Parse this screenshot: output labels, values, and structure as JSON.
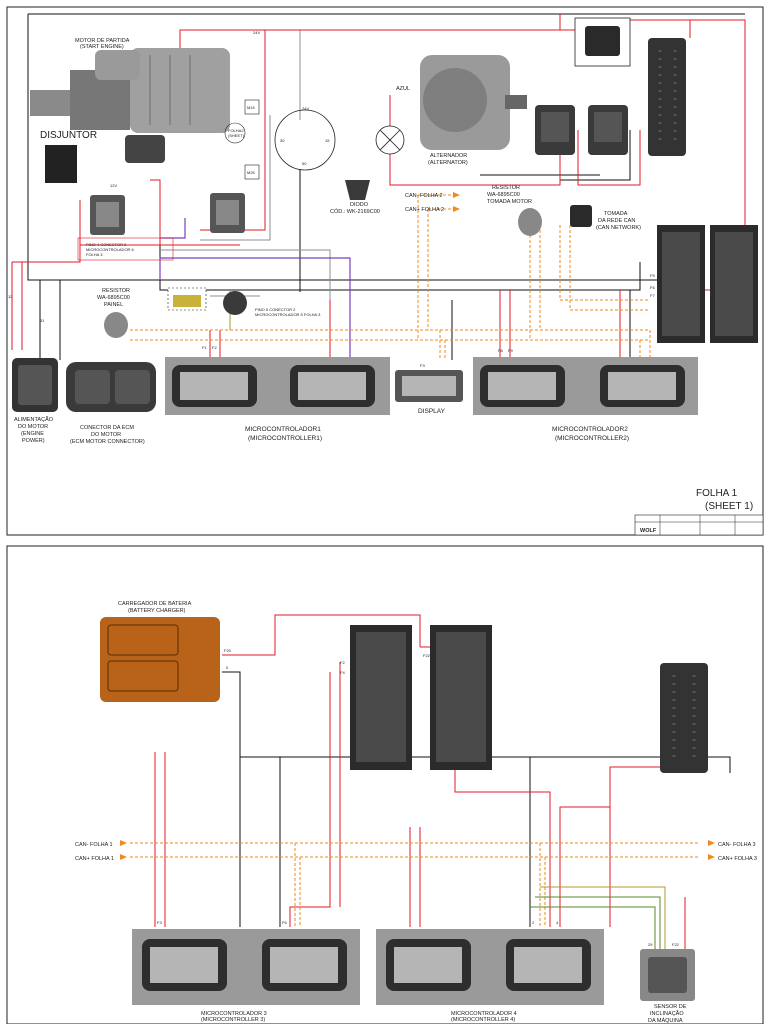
{
  "sheet1": {
    "motor_de_partida": "MOTOR DE PARTIDA",
    "start_engine": "(START ENGINE)",
    "disjuntor": "DISJUNTOR",
    "alternador": "ALTERNADOR",
    "alternator": "(ALTERNATOR)",
    "azul": "AZUL",
    "diodo": "DIODO",
    "diodo_code": "CÓD.: WK-2169C00",
    "can_minus_2": "CAN- FOLHA 2",
    "can_plus_2": "CAN+ FOLHA 2",
    "resistor_motor_1": "RESISTOR",
    "resistor_motor_2": "WA-6895C00",
    "resistor_motor_3": "TOMADA MOTOR",
    "tomada_1": "TOMADA",
    "tomada_2": "DA REDE CAN",
    "tomada_3": "(CAN NETWORK)",
    "resistor_painel_1": "RESISTOR",
    "resistor_painel_2": "WA-6895C00",
    "resistor_painel_3": "PAINEL",
    "pino_note_1": "PINO 4 CONECTOR 2",
    "pino_note_2": "MICROCONTROLADOR 6",
    "pino_note_3": "FOLHA 3",
    "pino5_note_1": "PINO 5 CONECTOR 2",
    "pino5_note_2": "MICROCONTROLADOR 5 FOLHA 3",
    "alimentacao_1": "ALIMENTAÇÃO",
    "alimentacao_2": "DO MOTOR",
    "alimentacao_3": "(ENGINE",
    "alimentacao_4": "POWER)",
    "ecm_1": "CONECTOR DA ECM",
    "ecm_2": "DO MOTOR",
    "ecm_3": "(ECM MOTOR CONNECTOR)",
    "display": "DISPLAY",
    "micro1_a": "MICROCONTROLADOR1",
    "micro1_b": "(MICROCONTROLLER1)",
    "micro2_a": "MICROCONTROLADOR2",
    "micro2_b": "(MICROCONTROLLER2)",
    "folha": "FOLHA 1",
    "sheet": "(SHEET 1)",
    "key_24v": "24V",
    "key_30": "30",
    "key_15": "15",
    "key_50": "50",
    "w_24v": "24V",
    "w_12v": "12V",
    "w_31": "31",
    "w_12": "12",
    "w_f1": "F1",
    "w_f2": "F2",
    "w_f3": "F3",
    "w_f4": "F4",
    "w_f5": "F5",
    "w_f6": "F6",
    "w_f7": "F7",
    "w_f8": "F8",
    "w_f9": "F9",
    "folha_small": "FOLHA2",
    "folha_small2": "(SHEET)",
    "wolf": "WOLF",
    "fuse_m15": "M15",
    "fuse_m25": "M25"
  },
  "sheet2": {
    "charger_1": "CARREGADOR DE BATERIA",
    "charger_2": "(BATTERY CHARGER)",
    "can_minus_1": "CAN- FOLHA 1",
    "can_plus_1": "CAN+ FOLHA 1",
    "can_minus_3": "CAN- FOLHA 3",
    "can_plus_3": "CAN+ FOLHA 3",
    "micro3_a": "MICROCONTROLADOR 3",
    "micro3_b": "(MICROCONTROLLER 3)",
    "micro4_a": "MICROCONTROLADOR 4",
    "micro4_b": "(MICROCONTROLLER 4)",
    "sensor_1": "SENSOR DE",
    "sensor_2": "INCLINAÇÃO",
    "sensor_3": "DA MÁQUINA",
    "w_f20": "F20",
    "w_0": "0",
    "w_f2": "F2",
    "w_f4": "F4",
    "w_f3": "F3",
    "w_f6": "F6",
    "w_2": "2",
    "w_4": "4",
    "w_f22": "F22",
    "w_29": "29"
  },
  "colors": {
    "red": "#e01b24",
    "orange": "#f08a1c",
    "purple": "#7a3fc0",
    "black": "#111111",
    "grey_wire": "#8f8f8f",
    "gold": "#b09a2c",
    "connector_bg": "#9a9a9a",
    "charger": "#b8621a"
  }
}
